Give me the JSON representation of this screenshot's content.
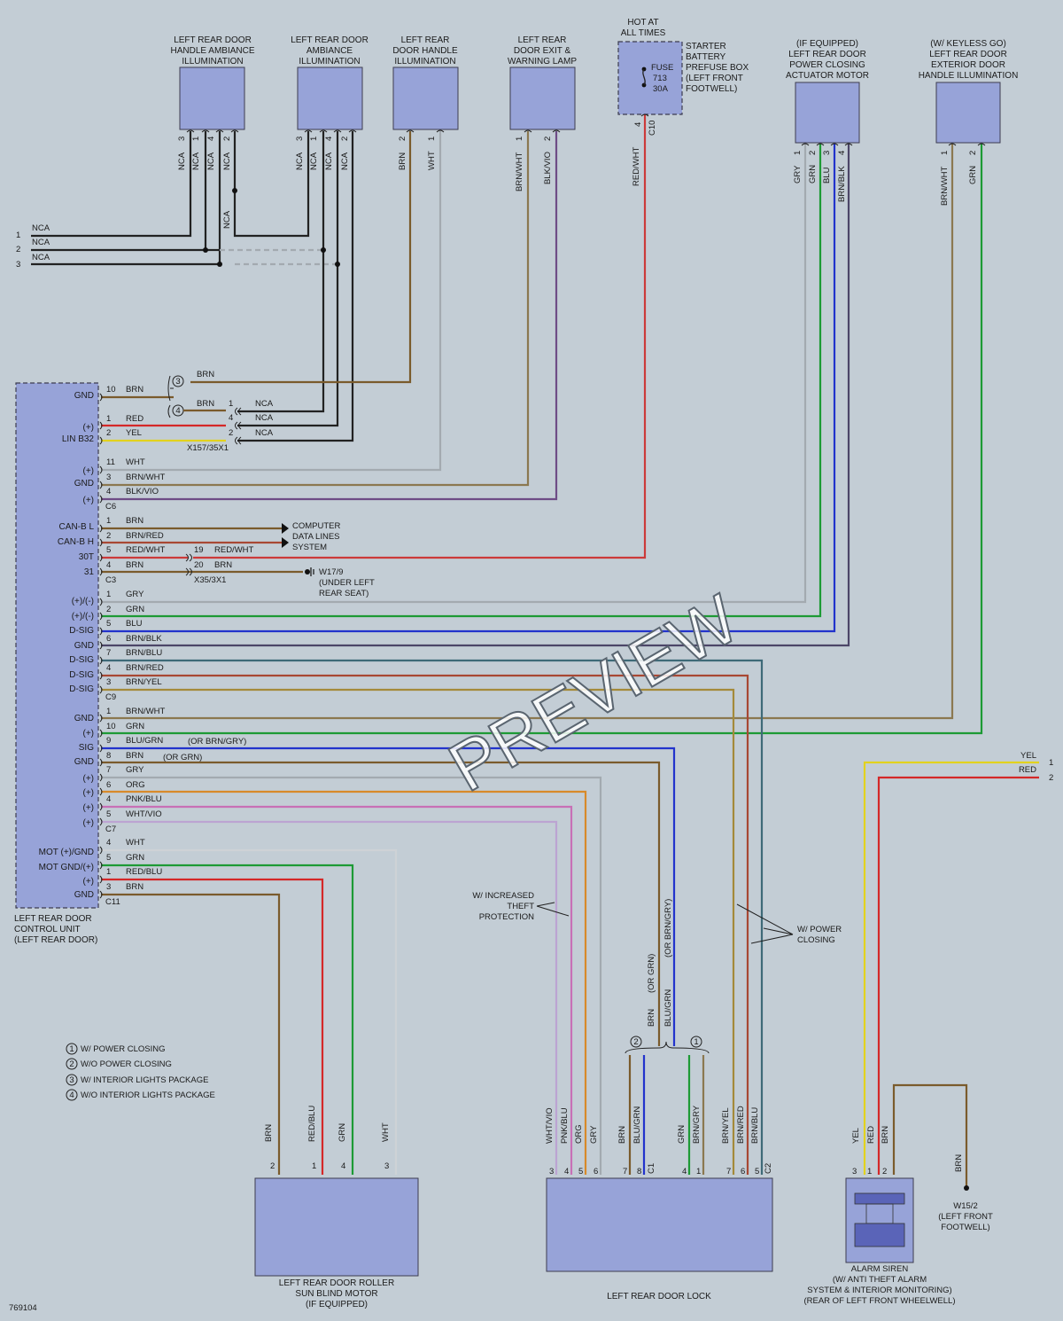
{
  "diagram_id": "769104",
  "watermark": "PREVIEW",
  "components": {
    "c1": [
      "LEFT REAR DOOR",
      "HANDLE AMBIANCE",
      "ILLUMINATION"
    ],
    "c2": [
      "LEFT REAR DOOR",
      "AMBIANCE",
      "ILLUMINATION"
    ],
    "c3": [
      "LEFT REAR",
      "DOOR HANDLE",
      "ILLUMINATION"
    ],
    "c4": [
      "LEFT REAR",
      "DOOR EXIT &",
      "WARNING LAMP"
    ],
    "hot": [
      "HOT AT",
      "ALL TIMES"
    ],
    "fuse": [
      "FUSE",
      "713",
      "30A"
    ],
    "fusebox": [
      "STARTER",
      "BATTERY",
      "PREFUSE BOX",
      "(LEFT FRONT",
      "FOOTWELL)"
    ],
    "c6": [
      "(IF EQUIPPED)",
      "LEFT REAR DOOR",
      "POWER CLOSING",
      "ACTUATOR MOTOR"
    ],
    "c7": [
      "(W/ KEYLESS GO)",
      "LEFT REAR DOOR",
      "EXTERIOR DOOR",
      "HANDLE ILLUMINATION"
    ],
    "ecu": [
      "LEFT REAR DOOR",
      "CONTROL UNIT",
      "(LEFT REAR DOOR)"
    ],
    "blind": [
      "LEFT REAR DOOR ROLLER",
      "SUN BLIND MOTOR",
      "(IF EQUIPPED)"
    ],
    "lock": [
      "LEFT REAR DOOR LOCK"
    ],
    "siren": [
      "ALARM SIREN",
      "(W/ ANTI THEFT ALARM",
      "SYSTEM & INTERIOR MONITORING)",
      "(REAR OF LEFT FRONT WHEELWELL)"
    ],
    "ground_w15": [
      "W15/2",
      "(LEFT FRONT",
      "FOOTWELL)"
    ],
    "ground_w17": [
      "W17/9",
      "(UNDER LEFT",
      "REAR SEAT)"
    ],
    "cds": [
      "COMPUTER",
      "DATA LINES",
      "SYSTEM"
    ]
  },
  "top_pins": {
    "c1": [
      "3",
      "1",
      "4",
      "2"
    ],
    "c2": [
      "3",
      "1",
      "4",
      "2"
    ],
    "c3": [
      "2",
      "1"
    ],
    "c4": [
      "1",
      "2"
    ],
    "fuse_pin": "4",
    "fuse_conn": "C10",
    "c6": [
      "1",
      "2",
      "3",
      "4"
    ],
    "c7": [
      "1",
      "2"
    ]
  },
  "top_wires": {
    "c1": [
      "NCA",
      "NCA",
      "NCA",
      "NCA"
    ],
    "c2": [
      "NCA",
      "NCA",
      "NCA",
      "NCA"
    ],
    "c2_mid": "NCA",
    "c3": [
      "BRN",
      "WHT"
    ],
    "c4": [
      "BRN/WHT",
      "BLK/VIO"
    ],
    "fuse": "RED/WHT",
    "c6": [
      "GRY",
      "GRN",
      "BLU",
      "BRN/BLK"
    ],
    "c7": [
      "BRN/WHT",
      "GRN"
    ]
  },
  "left_bus": [
    {
      "num": "1",
      "label": "NCA"
    },
    {
      "num": "2",
      "label": "NCA"
    },
    {
      "num": "3",
      "label": "NCA"
    }
  ],
  "c6_block": {
    "conn": "C6",
    "rows": [
      {
        "sig": "GND",
        "pin": "10",
        "color": "BRN"
      },
      {
        "sig": "",
        "pin": "1",
        "color": "RED"
      },
      {
        "sig": "(+)",
        "pin": "2",
        "color": "YEL"
      },
      {
        "sig": "LIN B32",
        "pin": "",
        "color": ""
      },
      {
        "sig": "",
        "pin": "11",
        "color": "WHT"
      },
      {
        "sig": "(+)",
        "pin": "3",
        "color": "BRN/WHT"
      },
      {
        "sig": "GND",
        "pin": "4",
        "color": "BLK/VIO"
      },
      {
        "sig": "(+)",
        "pin": "",
        "color": ""
      }
    ],
    "splice": [
      {
        "circle": "3",
        "color": "BRN"
      },
      {
        "circle": "4",
        "color": "BRN",
        "pin": "1",
        "nca": "NCA"
      }
    ],
    "x157_pins": [
      "4",
      "2"
    ],
    "x157_nca": [
      "NCA",
      "NCA"
    ],
    "x157": "X157/35X1"
  },
  "c3_block": {
    "conn": "C3",
    "rows": [
      {
        "sig": "CAN-B L",
        "pin": "1",
        "color": "BRN"
      },
      {
        "sig": "CAN-B H",
        "pin": "2",
        "color": "BRN/RED"
      },
      {
        "sig": "30T",
        "pin": "5",
        "color": "RED/WHT"
      },
      {
        "sig": "31",
        "pin": "4",
        "color": "BRN"
      }
    ],
    "x35": "X35/3X1",
    "x35_pins": [
      {
        "pin": "19",
        "color": "RED/WHT"
      },
      {
        "pin": "20",
        "color": "BRN"
      }
    ]
  },
  "c9_block": {
    "conn": "C9",
    "rows": [
      {
        "sig": "(+)/(-)",
        "pin": "1",
        "color": "GRY"
      },
      {
        "sig": "(+)/(-)",
        "pin": "2",
        "color": "GRN"
      },
      {
        "sig": "D-SIG",
        "pin": "5",
        "color": "BLU"
      },
      {
        "sig": "GND",
        "pin": "6",
        "color": "BRN/BLK"
      },
      {
        "sig": "D-SIG",
        "pin": "7",
        "color": "BRN/BLU"
      },
      {
        "sig": "D-SIG",
        "pin": "4",
        "color": "BRN/RED"
      },
      {
        "sig": "D-SIG",
        "pin": "3",
        "color": "BRN/YEL"
      }
    ]
  },
  "c7_block": {
    "conn": "C7",
    "rows": [
      {
        "sig": "GND",
        "pin": "1",
        "color": "BRN/WHT"
      },
      {
        "sig": "(+)",
        "pin": "10",
        "color": "GRN"
      },
      {
        "sig": "SIG",
        "pin": "9",
        "color": "BLU/GRN",
        "alt": "(OR BRN/GRY)"
      },
      {
        "sig": "GND",
        "pin": "8",
        "color": "BRN",
        "alt": "(OR GRN)"
      },
      {
        "sig": "(+)",
        "pin": "7",
        "color": "GRY"
      },
      {
        "sig": "(+)",
        "pin": "6",
        "color": "ORG"
      },
      {
        "sig": "(+)",
        "pin": "4",
        "color": "PNK/BLU"
      },
      {
        "sig": "(+)",
        "pin": "5",
        "color": "WHT/VIO"
      }
    ]
  },
  "c11_block": {
    "conn": "C11",
    "rows": [
      {
        "sig": "MOT (+)/GND",
        "pin": "4",
        "color": "WHT"
      },
      {
        "sig": "MOT GND/(+)",
        "pin": "5",
        "color": "GRN"
      },
      {
        "sig": "(+)",
        "pin": "1",
        "color": "RED/BLU"
      },
      {
        "sig": "GND",
        "pin": "3",
        "color": "BRN"
      }
    ]
  },
  "siren_top": [
    {
      "label": "YEL",
      "num": "1"
    },
    {
      "label": "RED",
      "num": "2"
    }
  ],
  "notes": {
    "theft": [
      "W/ INCREASED",
      "THEFT",
      "PROTECTION"
    ],
    "power": [
      "W/ POWER",
      "CLOSING"
    ],
    "or_grn": "(OR GRN)",
    "or_brngry": "(OR BRN/GRY)",
    "brn_vert": "BRN",
    "blugrn_vert": "BLU/GRN"
  },
  "legend": [
    {
      "num": "1",
      "text": "W/ POWER CLOSING"
    },
    {
      "num": "2",
      "text": "W/O POWER CLOSING"
    },
    {
      "num": "3",
      "text": "W/ INTERIOR LIGHTS PACKAGE"
    },
    {
      "num": "4",
      "text": "W/O INTERIOR LIGHTS PACKAGE"
    }
  ],
  "blind_pins": [
    {
      "pin": "2",
      "color": "BRN"
    },
    {
      "pin": "1",
      "color": "RED/BLU"
    },
    {
      "pin": "4",
      "color": "GRN"
    },
    {
      "pin": "3",
      "color": "WHT"
    }
  ],
  "lock_pins": [
    {
      "pin": "3",
      "color": "WHT/VIO"
    },
    {
      "pin": "4",
      "color": "PNK/BLU"
    },
    {
      "pin": "5",
      "color": "ORG"
    },
    {
      "pin": "6",
      "color": "GRY"
    },
    {
      "pin": "7",
      "color": "BRN"
    },
    {
      "pin": "8",
      "color": "BLU/GRN"
    },
    {
      "pin": "C1",
      "color": ""
    },
    {
      "pin": "4",
      "color": "GRN"
    },
    {
      "pin": "1",
      "color": "BRN/GRY"
    },
    {
      "pin": "7",
      "color": "BRN/YEL"
    },
    {
      "pin": "6",
      "color": "BRN/RED"
    },
    {
      "pin": "5",
      "color": "BRN/BLU"
    },
    {
      "pin": "C2",
      "color": ""
    }
  ],
  "siren_pins": [
    {
      "pin": "3",
      "color": "YEL"
    },
    {
      "pin": "1",
      "color": "RED"
    },
    {
      "pin": "2",
      "color": "BRN"
    }
  ],
  "w15_wire": "BRN",
  "lock_circles": [
    "2",
    "1"
  ],
  "colors": {
    "background": "#c3cdd5",
    "component": "#97a3d8"
  }
}
